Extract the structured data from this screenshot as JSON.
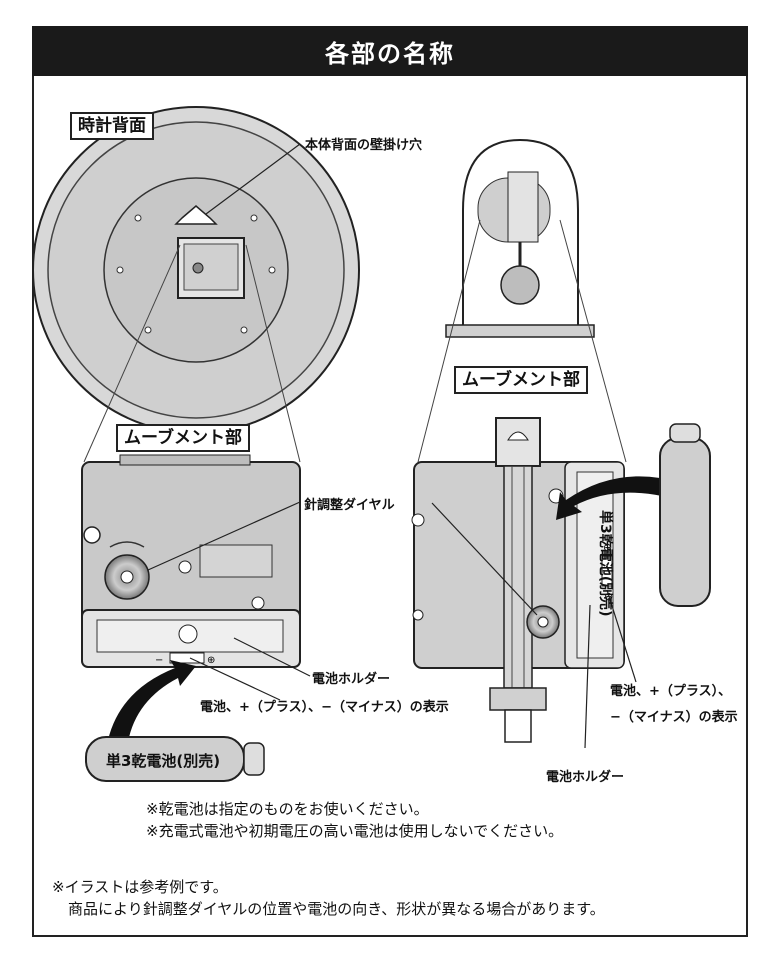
{
  "title": "各部の名称",
  "sections": {
    "clock_back": "時計背面",
    "movement_left": "ムーブメント部",
    "movement_right": "ムーブメント部"
  },
  "labels": {
    "wall_hole": "本体背面の壁掛け穴",
    "hand_dial": "針調整ダイヤル",
    "battery_holder_left": "電池ホルダー",
    "polarity_left": "電池、+（プラス）、−（マイナス）の表示",
    "polarity_right_line1": "電池、+（プラス）、",
    "polarity_right_line2": "−（マイナス）の表示",
    "battery_holder_right": "電池ホルダー"
  },
  "battery": {
    "horizontal": "単3乾電池(別売)",
    "vertical": "単3乾電池(別売)"
  },
  "notes": {
    "note1": "※乾電池は指定のものをお使いください。",
    "note2": "※充電式電池や初期電圧の高い電池は使用しないでください。",
    "note3": "※イラストは参考例です。",
    "note4": "商品により針調整ダイヤルの位置や電池の向き、形状が異なる場合があります。"
  }
}
